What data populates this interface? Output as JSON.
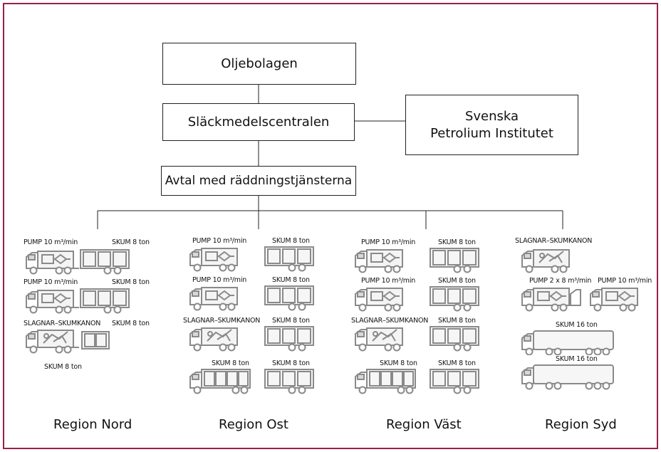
{
  "org": {
    "top": "Oljebolagen",
    "central": "Släckmedelscentralen",
    "spi": "Svenska\nPetrolium Institutet",
    "agreement": "Avtal med räddningstjänsterna"
  },
  "regions": [
    {
      "name": "Region Nord",
      "labels": [
        "PUMP 10 m³/min",
        "SKUM 8 ton",
        "PUMP 10 m³/min",
        "SKUM 8 ton",
        "SLAGNAR–SKUMKANON",
        "SKUM 8 ton",
        "SKUM 8 ton"
      ]
    },
    {
      "name": "Region Ost",
      "labels": [
        "PUMP 10 m³/min",
        "SKUM 8 ton",
        "PUMP 10 m³/min",
        "SKUM 8 ton",
        "SLAGNAR–SKUMKANON",
        "SKUM 8 ton",
        "SKUM 8 ton",
        "SKUM 8 ton"
      ]
    },
    {
      "name": "Region Väst",
      "labels": [
        "PUMP 10 m³/min",
        "SKUM 8 ton",
        "PUMP 10 m³/min",
        "SKUM 8 ton",
        "SLAGNAR–SKUMKANON",
        "SKUM 8 ton",
        "SKUM 8 ton",
        "SKUM 8 ton"
      ]
    },
    {
      "name": "Region Syd",
      "labels": [
        "SLAGNAR–SKUMKANON",
        "PUMP 2 x 8 m³/min",
        "PUMP 10 m³/min",
        "SKUM 16 ton",
        "SKUM 16 ton"
      ]
    }
  ],
  "colors": {
    "frame": "#9c1f48",
    "line": "#222222",
    "vehicle": "#8a8a8a"
  }
}
